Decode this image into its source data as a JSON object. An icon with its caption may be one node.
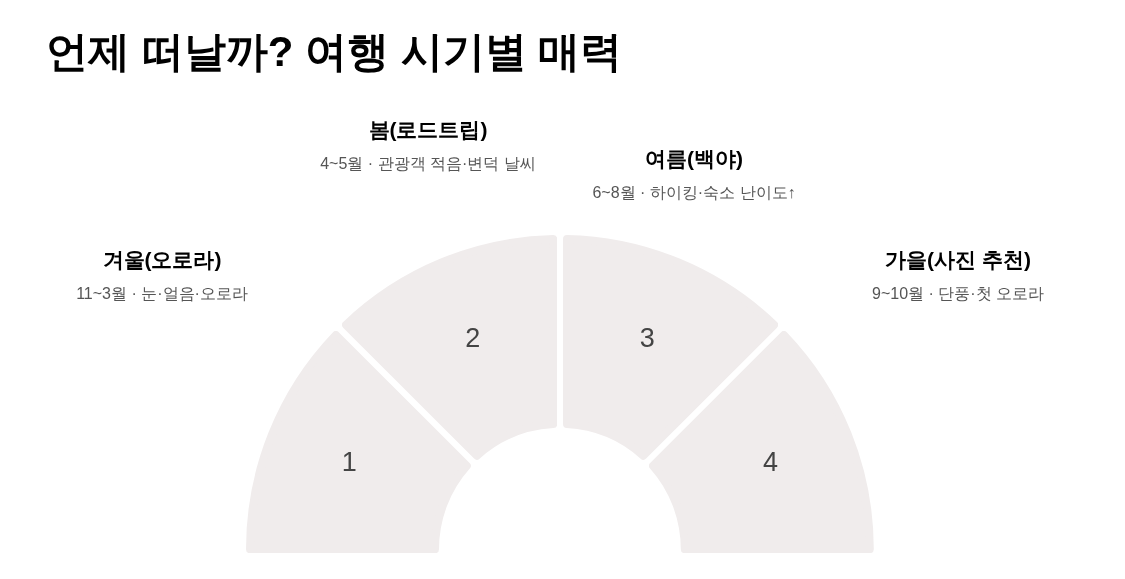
{
  "diagram": {
    "title": "언제 떠날까? 여행 시기별 매력",
    "nodes": [
      {
        "text": [
          "1"
        ],
        "beside": [
          "겨울(오로라)",
          "11~3월 · 눈·얼음·오로라"
        ]
      },
      {
        "text": [
          "2"
        ],
        "beside": [
          "봄(로드트립)",
          "4~5월 · 관광객 적음·변덕 날씨"
        ]
      },
      {
        "text": [
          "3"
        ],
        "beside": [
          "여름(백야)",
          "6~8월 · 하이킹·숙소 난이도↑"
        ]
      },
      {
        "text": [
          "4"
        ],
        "beside": [
          "가을(사진 추천)",
          "9~10월 · 단풍·첫 오로라"
        ]
      }
    ]
  }
}
